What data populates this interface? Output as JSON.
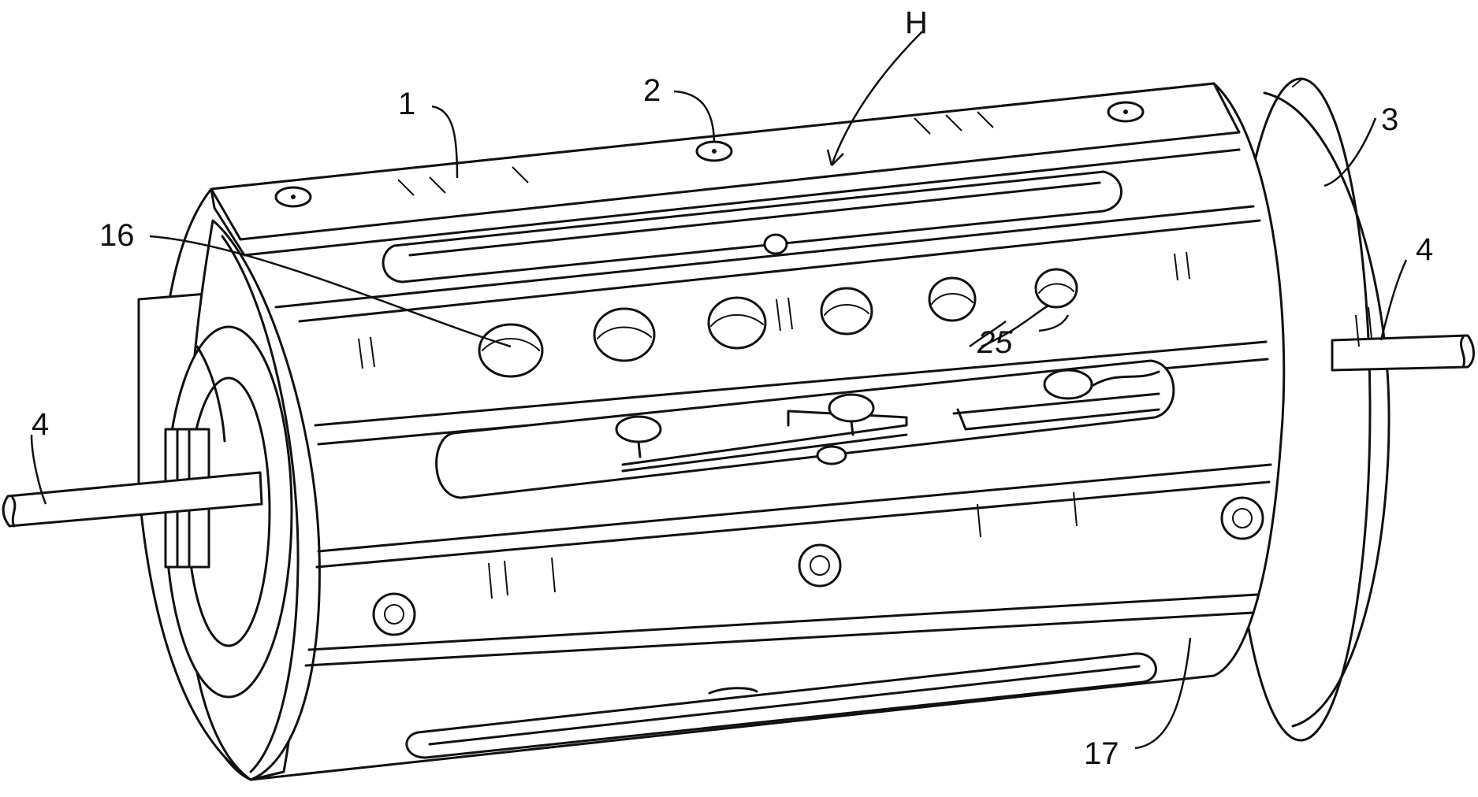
{
  "figure": {
    "labels": {
      "h": "H",
      "l1": "1",
      "l2": "2",
      "l3": "3",
      "l4_right": "4",
      "l4_left": "4",
      "l16": "16",
      "l17": "17",
      "l25": "25"
    }
  }
}
